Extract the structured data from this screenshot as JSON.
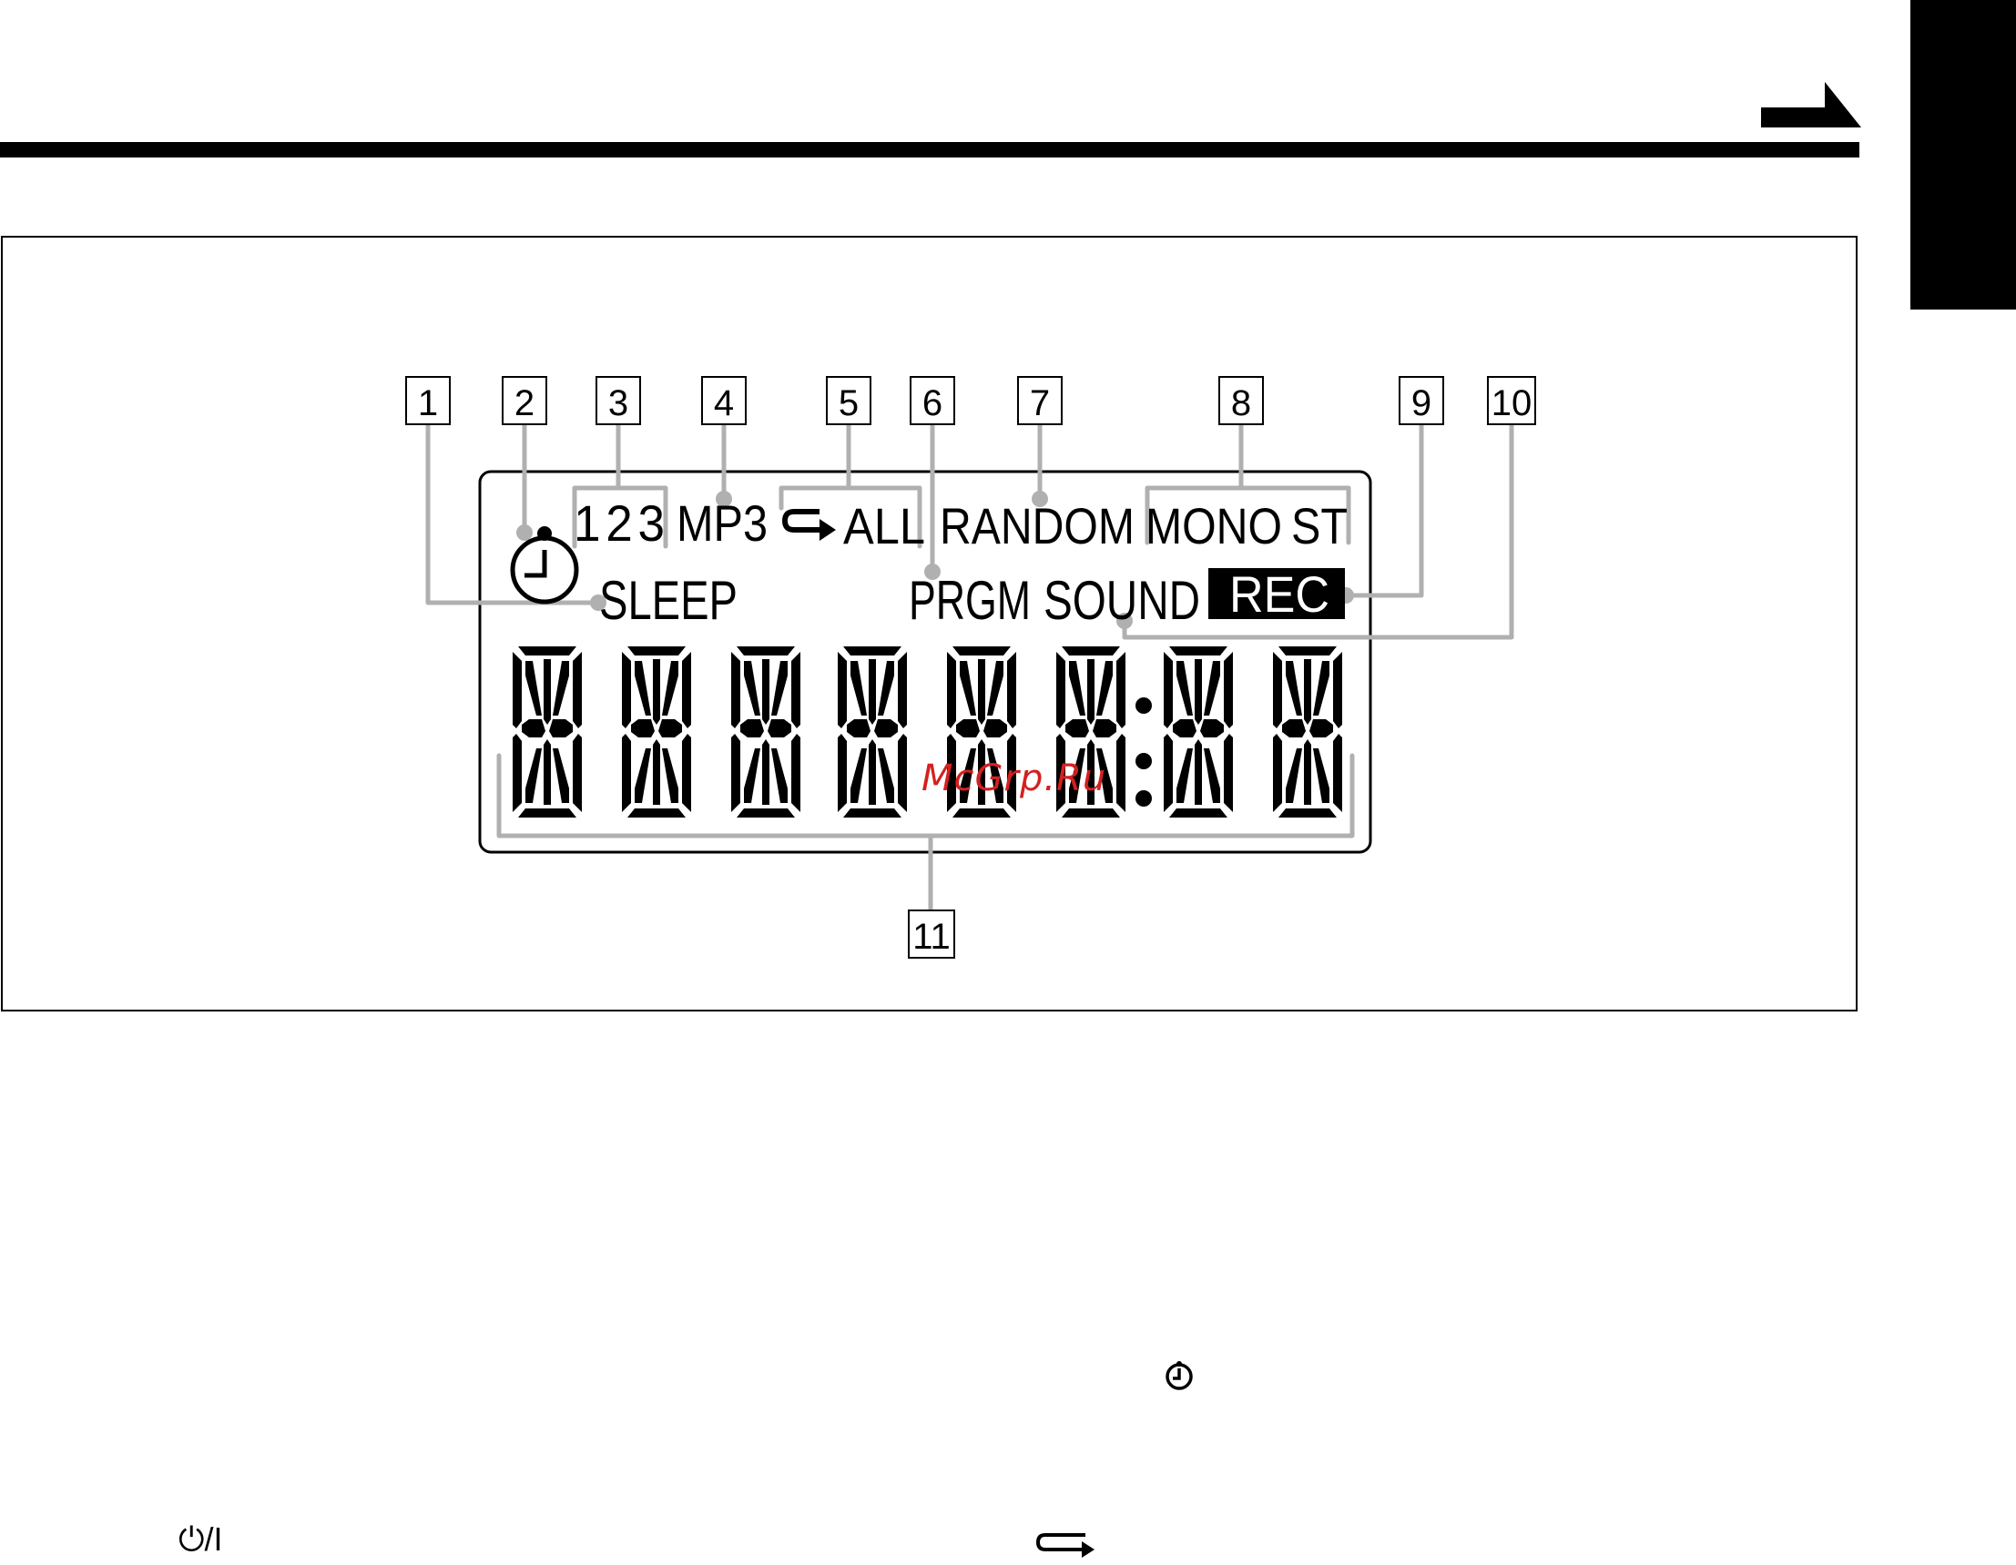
{
  "callouts": [
    "1",
    "2",
    "3",
    "4",
    "5",
    "6",
    "7",
    "8",
    "9",
    "10",
    "11"
  ],
  "indicators": {
    "disc_numbers": [
      "1",
      "2",
      "3"
    ],
    "mp3": "MP3",
    "repeat_all": "ALL",
    "random": "RANDOM",
    "mono": "MONO",
    "stereo": "ST",
    "sleep": "SLEEP",
    "program": "PRGM",
    "sound": "SOUND",
    "record": "REC"
  },
  "watermark": "McGrp.Ru",
  "footer": {
    "power_symbol": "⏻/I"
  },
  "colors": {
    "leader_lines": "#b0b0b0",
    "ink": "#000000",
    "watermark": "#d42020"
  },
  "icons": [
    "continue-arrow-icon",
    "timer-icon",
    "repeat-icon",
    "power-icon"
  ]
}
